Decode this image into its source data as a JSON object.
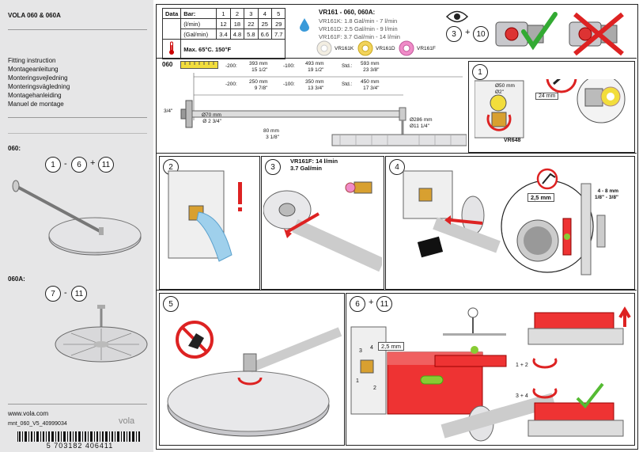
{
  "sidebar": {
    "title": "VOLA 060 & 060A",
    "languages": [
      "Fitting instruction",
      "Montageanleitung",
      "Monteringsvejledning",
      "Monteringsvägledning",
      "Montagehanleiding",
      "Manuel de montage"
    ],
    "section_060": "060:",
    "section_060_steps": {
      "a": "1",
      "b": "6",
      "c": "11",
      "sep1": "-",
      "sep2": "+"
    },
    "section_060A": "060A:",
    "section_060A_steps": {
      "a": "7",
      "b": "11",
      "sep": "-"
    },
    "url": "www.vola.com",
    "doc_code": "mnt_060_V5_40999034",
    "barcode_digits": "5 703182 406411",
    "brand": "vola"
  },
  "table": {
    "head": [
      "Data",
      "Bar:",
      "1",
      "2",
      "3",
      "4",
      "5"
    ],
    "row1": {
      "label": "(l/min)",
      "values": [
        "12",
        "18",
        "22",
        "25",
        "29"
      ]
    },
    "row2": {
      "label": "(Gal/min)",
      "values": [
        "3.4",
        "4.8",
        "5.8",
        "6.6",
        "7.7"
      ]
    },
    "temp": "Max. 65°C. 150°F"
  },
  "flow": {
    "title": "VR161 - 060, 060A:",
    "lines": [
      "VR161K: 1.8 Gal/min - 7 l/min",
      "VR161D: 2.5 Gal/min - 9 l/min",
      "VR161F: 3.7 Gal/min - 14 l/min"
    ],
    "parts": [
      "VR161K",
      "VR161D",
      "VR161F"
    ]
  },
  "steps_top": {
    "a": "3",
    "plus": "+",
    "b": "10"
  },
  "dims": {
    "model": "060",
    "row1": [
      {
        "k": "-200:",
        "v": "393 mm\n15 1/2\""
      },
      {
        "k": "-100:",
        "v": "493 mm\n19 1/2\""
      },
      {
        "k": "Std.:",
        "v": "593 mm\n23 3/8\""
      }
    ],
    "row2": [
      {
        "k": "-200:",
        "v": "250 mm\n9 7/8\""
      },
      {
        "k": "-100:",
        "v": "350 mm\n13 3/4\""
      },
      {
        "k": "Std.:",
        "v": "450 mm\n17 3/4\""
      }
    ],
    "pipe_dia": "Ø70 mm\nØ 2 3/4\"",
    "thread": "3/4\"",
    "height": "80 mm\n3 1/8\"",
    "head_dia": "Ø286 mm\nØ11 1/4\""
  },
  "panel1": {
    "num": "1",
    "hole": "Ø50 mm\nØ2\"",
    "wrench": "24 mm",
    "part": "VR648"
  },
  "panel2": {
    "num": "2"
  },
  "panel3": {
    "num": "3",
    "label": "VR161F: 14 l/min\n3.7 Gal/min"
  },
  "panel4": {
    "num": "4",
    "hex": "2,5 mm",
    "gap": "4 - 8 mm\n1/8\" - 3/8\""
  },
  "panel5": {
    "num": "5"
  },
  "panel6": {
    "num_a": "6",
    "plus": "+",
    "num_b": "11",
    "hex": "2,5 mm",
    "labels": [
      "1",
      "2",
      "3",
      "4"
    ],
    "step_a": "1 + 2",
    "step_b": "3 + 4"
  }
}
